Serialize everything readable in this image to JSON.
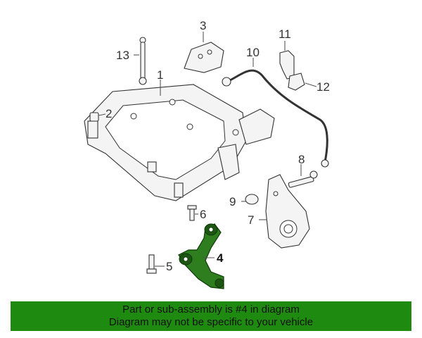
{
  "callouts": [
    {
      "id": "1",
      "label": "1"
    },
    {
      "id": "2",
      "label": "2"
    },
    {
      "id": "3",
      "label": "3"
    },
    {
      "id": "4",
      "label": "4"
    },
    {
      "id": "5",
      "label": "5"
    },
    {
      "id": "6",
      "label": "6"
    },
    {
      "id": "7",
      "label": "7"
    },
    {
      "id": "8",
      "label": "8"
    },
    {
      "id": "9",
      "label": "9"
    },
    {
      "id": "10",
      "label": "10"
    },
    {
      "id": "11",
      "label": "11"
    },
    {
      "id": "12",
      "label": "12"
    },
    {
      "id": "13",
      "label": "13"
    }
  ],
  "highlighted_part": "4",
  "colors": {
    "highlight": "#2e7d1f",
    "banner": "#1f8a10",
    "outline": "#333333"
  },
  "banner": {
    "line1": "Part or sub-assembly is #4 in diagram",
    "line2": "Diagram may not be specific to your vehicle"
  }
}
